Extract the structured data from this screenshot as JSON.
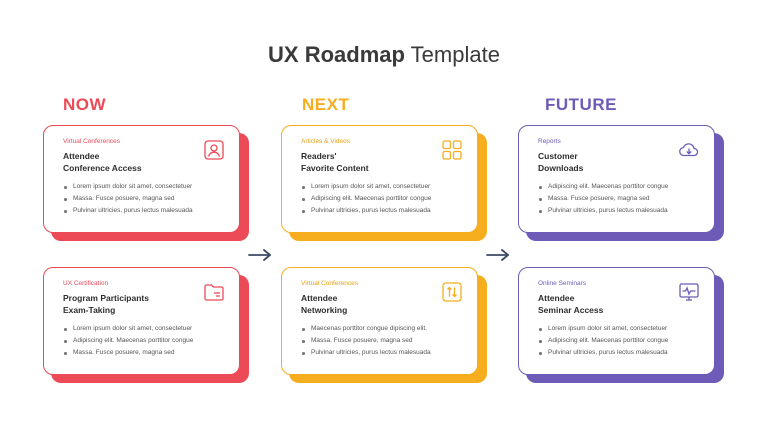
{
  "title": {
    "bold": "UX Roadmap",
    "rest": " Template"
  },
  "columns": {
    "now": "NOW",
    "next": "NEXT",
    "future": "FUTURE"
  },
  "colors": {
    "now": "#ec4a57",
    "next": "#f6ad1e",
    "future": "#6e5bb8"
  },
  "cards": {
    "now_top": {
      "category": "Virtual Conferences",
      "title": "Attendee\nConference Access",
      "icon": "user-portrait-icon",
      "bullets": [
        "Lorem ipsum dolor sit amet, consectetuer",
        "Massa. Fusce posuere, magna sed",
        "Pulvinar ultricies, purus lectus malesuada"
      ]
    },
    "now_bottom": {
      "category": "UX Certification",
      "title": "Program Participants\nExam-Taking",
      "icon": "folder-icon",
      "bullets": [
        "Lorem ipsum dolor sit amet, consectetuer",
        "Adipiscing elit. Maecenas porttitor congue",
        "Massa. Fusce posuere, magna sed"
      ]
    },
    "next_top": {
      "category": "Articles & Videos",
      "title": "Readers'\nFavorite Content",
      "icon": "grid-icon",
      "bullets": [
        "Lorem ipsum dolor sit amet, consectetuer",
        "Adipiscing elit. Maecenas porttitor congue",
        "Pulvinar ultricies, purus lectus malesuada"
      ]
    },
    "next_bottom": {
      "category": "Virtual Conferences",
      "title": "Attendee\nNetworking",
      "icon": "transfer-arrows-icon",
      "bullets": [
        "Maecenas porttitor congue dipiscing elit.",
        "Massa. Fusce posuere, magna sed",
        "Pulvinar ultricies, purus lectus malesuada"
      ]
    },
    "future_top": {
      "category": "Reports",
      "title": "Customer\nDownloads",
      "icon": "cloud-download-icon",
      "bullets": [
        "Adipiscing elit. Maecenas porttitor congue",
        "Massa. Fusce posuere, magna sed",
        "Pulvinar ultricies, purus lectus malesuada"
      ]
    },
    "future_bottom": {
      "category": "Online Seminars",
      "title": "Attendee\nSeminar Access",
      "icon": "monitor-pulse-icon",
      "bullets": [
        "Lorem ipsum dolor sit amet, consectetuer",
        "Adipiscing elit. Maecenas porttitor congue",
        "Pulvinar ultricies, purus lectus malesuada"
      ]
    }
  }
}
